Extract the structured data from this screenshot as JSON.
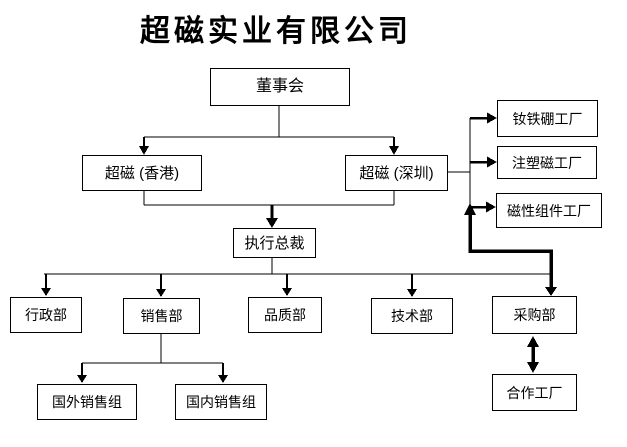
{
  "title": "超磁实业有限公司",
  "nodes": {
    "board": {
      "label": "董事会"
    },
    "hongkong": {
      "label": "超磁 (香港)"
    },
    "shenzhen": {
      "label": "超磁 (深圳)"
    },
    "ceo": {
      "label": "执行总裁"
    },
    "admin_dept": {
      "label": "行政部"
    },
    "sales_dept": {
      "label": "销售部"
    },
    "quality_dept": {
      "label": "品质部"
    },
    "tech_dept": {
      "label": "技术部"
    },
    "purchasing_dept": {
      "label": "采购部"
    },
    "overseas_sales": {
      "label": "国外销售组"
    },
    "domestic_sales": {
      "label": "国内销售组"
    },
    "ndfeb_factory": {
      "label": "钕铁硼工厂"
    },
    "injection_magnet_factory": {
      "label": "注塑磁工厂"
    },
    "magnetic_components_factory": {
      "label": "磁性组件工厂"
    },
    "partner_factory": {
      "label": "合作工厂"
    }
  },
  "edges": [
    {
      "from": "board",
      "to": "hongkong",
      "style": "arrow"
    },
    {
      "from": "board",
      "to": "shenzhen",
      "style": "arrow"
    },
    {
      "from": "hongkong",
      "to": "ceo",
      "style": "arrow"
    },
    {
      "from": "shenzhen",
      "to": "ceo",
      "style": "arrow"
    },
    {
      "from": "ceo",
      "to": "admin_dept",
      "style": "arrow"
    },
    {
      "from": "ceo",
      "to": "sales_dept",
      "style": "arrow"
    },
    {
      "from": "ceo",
      "to": "quality_dept",
      "style": "arrow"
    },
    {
      "from": "ceo",
      "to": "tech_dept",
      "style": "arrow"
    },
    {
      "from": "ceo",
      "to": "purchasing_dept",
      "style": "arrow"
    },
    {
      "from": "sales_dept",
      "to": "overseas_sales",
      "style": "arrow"
    },
    {
      "from": "sales_dept",
      "to": "domestic_sales",
      "style": "arrow"
    },
    {
      "from": "shenzhen",
      "to": "ndfeb_factory",
      "style": "bold-arrow"
    },
    {
      "from": "shenzhen",
      "to": "injection_magnet_factory",
      "style": "bold-arrow"
    },
    {
      "from": "shenzhen",
      "to": "magnetic_components_factory",
      "style": "bold-arrow"
    },
    {
      "from": "purchasing_dept",
      "to": "magnetic_components_factory",
      "style": "bold-double-arrow"
    },
    {
      "from": "purchasing_dept",
      "to": "partner_factory",
      "style": "bold-double-arrow"
    }
  ]
}
